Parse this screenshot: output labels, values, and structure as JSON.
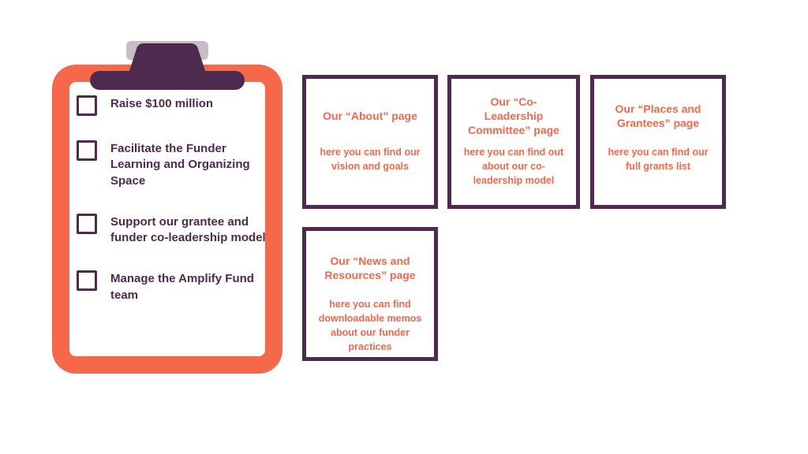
{
  "colors": {
    "coral": "#F5684A",
    "purple": "#4E2A4E",
    "silver": "#C3BFC2"
  },
  "checklist": {
    "items": [
      {
        "label": "Raise $100 million"
      },
      {
        "label": "Facilitate the Funder Learning and Organizing Space"
      },
      {
        "label": "Support our grantee and funder co-leadership model"
      },
      {
        "label": "Manage the Amplify Fund team"
      }
    ]
  },
  "cards": [
    {
      "title": "Our “About” page",
      "body": "here you can find our vision and goals"
    },
    {
      "title": "Our “Co-Leadership Committee” page",
      "body": "here you can find out about our co-leadership model"
    },
    {
      "title": "Our “Places and Grantees” page",
      "body": "here you can find our full grants list"
    },
    {
      "title": "Our “News and Resources” page",
      "body": "here you can find downloadable memos about our funder practices"
    }
  ]
}
